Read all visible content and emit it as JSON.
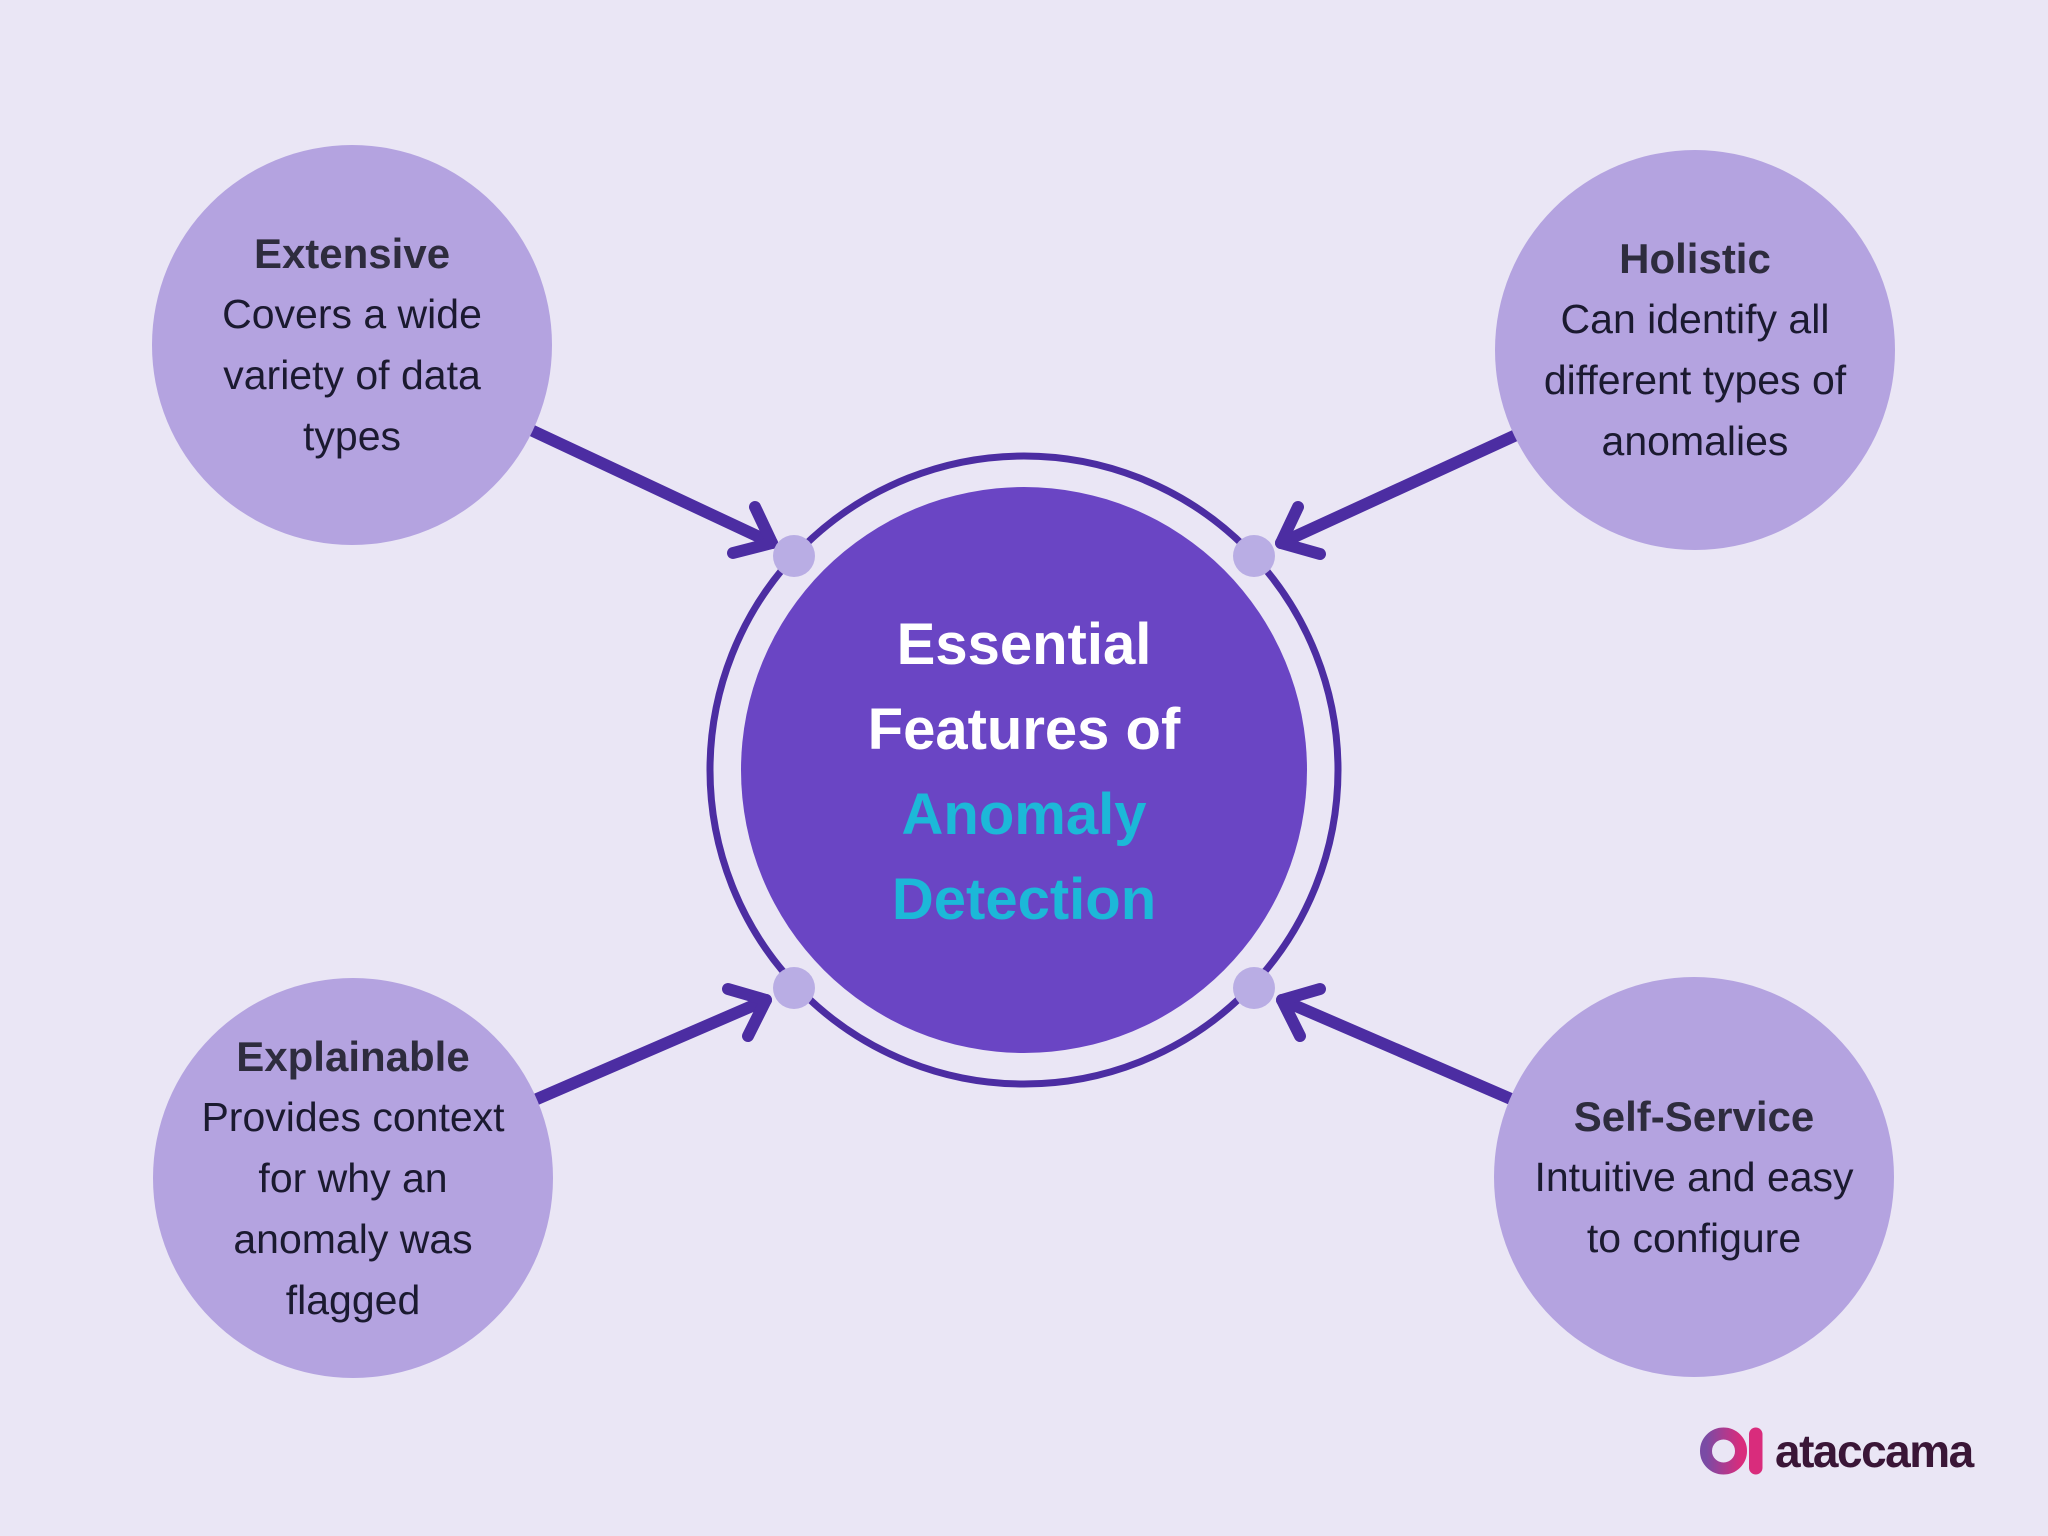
{
  "colors": {
    "background": "#eae6f5",
    "satellite_fill": "#b4a3e0",
    "center_fill": "#6a45c4",
    "ring_stroke": "#4c2da2",
    "arrow_stroke": "#4c2da2",
    "connector_dot": "#b9ade4",
    "heading_text": "#2e2c3e",
    "body_text": "#1b1a30",
    "center_text_primary": "#ffffff",
    "center_text_accent": "#1cb8d8",
    "logo_text": "#3a1637",
    "logo_gradient_start": "#7a4ba5",
    "logo_gradient_end": "#d92c7c"
  },
  "center_circle": {
    "lines": [
      {
        "text": "Essential",
        "accent": false
      },
      {
        "text": "Features of",
        "accent": false
      },
      {
        "text": "Anomaly",
        "accent": true
      },
      {
        "text": "Detection",
        "accent": true
      }
    ]
  },
  "satellites": [
    {
      "heading": "Extensive",
      "lines": [
        "Covers a wide",
        "variety of data",
        "types"
      ]
    },
    {
      "heading": "Holistic",
      "lines": [
        "Can identify all",
        "different types of",
        "anomalies"
      ]
    },
    {
      "heading": "Explainable",
      "lines": [
        "Provides context",
        "for why an",
        "anomaly was",
        "flagged"
      ]
    },
    {
      "heading": "Self-Service",
      "lines": [
        "Intuitive and easy",
        "to configure"
      ]
    }
  ],
  "logo": {
    "brand": "ataccama"
  }
}
